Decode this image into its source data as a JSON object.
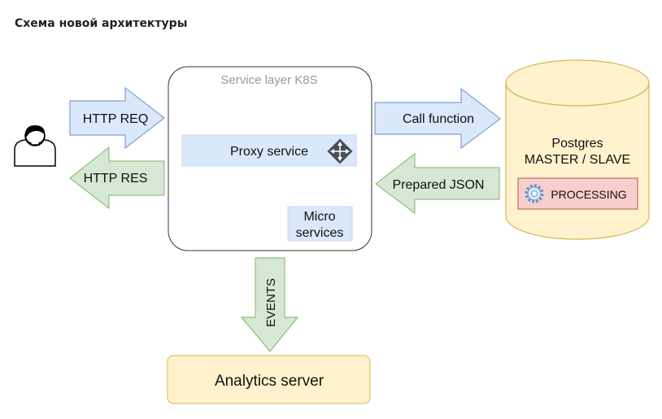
{
  "page_title": "Схема новой архитектуры",
  "diagram": {
    "service_layer_label": "Service layer K8S",
    "proxy_service_label": "Proxy service",
    "micro_services_line1": "Micro",
    "micro_services_line2": "services",
    "http_req_label": "HTTP REQ",
    "http_res_label": "HTTP RES",
    "call_function_label": "Call function",
    "prepared_json_label": "Prepared JSON",
    "postgres_line1": "Postgres",
    "postgres_line2": "MASTER / SLAVE",
    "processing_label": "PROCESSING",
    "events_label": "EVENTS",
    "analytics_label": "Analytics server"
  },
  "icons": {
    "user": "user-icon",
    "proxy": "proxy-router-icon",
    "processing": "gear-icon"
  },
  "colors": {
    "blue_fill": "#dae8fc",
    "blue_stroke": "#6c8ebf",
    "green_fill": "#d5e8d4",
    "green_stroke": "#82b366",
    "yellow_fill": "#fff2cc",
    "yellow_stroke": "#d6b656",
    "red_fill": "#f8cecc",
    "red_stroke": "#b85450",
    "box_stroke": "#333333"
  }
}
